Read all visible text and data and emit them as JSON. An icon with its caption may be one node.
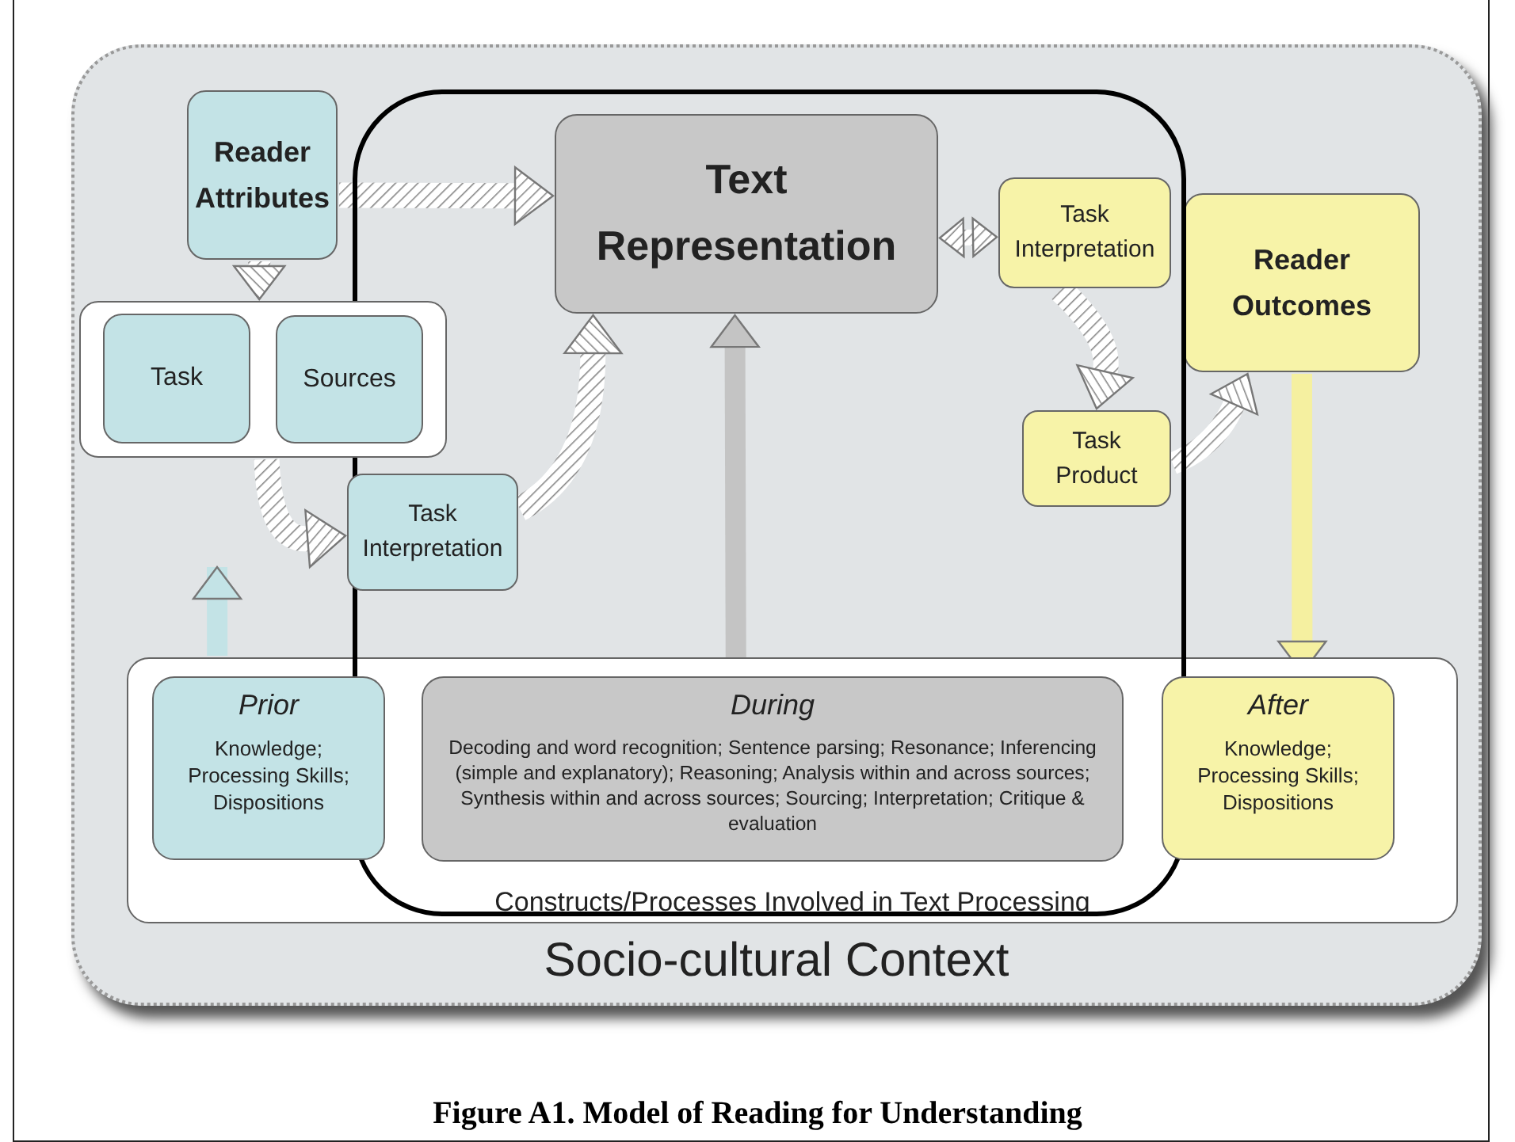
{
  "diagram": {
    "caption": "Figure A1. Model of Reading for Understanding",
    "nodes": [
      {
        "text": [
          "Socio-cultural Context"
        ]
      },
      {
        "text": [
          "Reader Attributes"
        ],
        "in": 0
      },
      {
        "text": [],
        "shape": "box",
        "in": 0
      },
      {
        "text": [
          "Task"
        ],
        "in": 2
      },
      {
        "text": [
          "Sources"
        ],
        "in": 2
      },
      {
        "text": [
          "Task Interpretation"
        ],
        "in": 0
      },
      {
        "text": [
          "Text Representation"
        ],
        "in": 0
      },
      {
        "text": [
          "Task Interpretation"
        ],
        "in": 0
      },
      {
        "text": [
          "Task Product"
        ],
        "in": 0
      },
      {
        "text": [
          "Reader Outcomes"
        ],
        "in": 0
      },
      {
        "text": [
          "Constructs/Processes Involved in Text Processing"
        ],
        "in": 0
      },
      {
        "text": [
          "Prior",
          "Knowledge; Processing Skills; Dispositions"
        ],
        "in": 10
      },
      {
        "text": [
          "During",
          "Decoding and word recognition; Sentence parsing; Resonance; Inferencing (simple and explanatory); Reasoning; Analysis within and across sources; Synthesis within and across sources; Sourcing; Interpretation; Critique & evaluation"
        ],
        "in": 10
      },
      {
        "text": [
          "After",
          "Knowledge; Processing Skills; Dispositions"
        ],
        "in": 10
      }
    ],
    "edges": [
      {
        "from": 1,
        "to": 6,
        "arrow": "to"
      },
      {
        "from": 1,
        "to": 2,
        "arrow": "to"
      },
      {
        "from": 2,
        "to": 5,
        "arrow": "to"
      },
      {
        "from": 5,
        "to": 6,
        "arrow": "to"
      },
      {
        "from": 6,
        "to": 7,
        "arrow": "both"
      },
      {
        "from": 7,
        "to": 8,
        "arrow": "to"
      },
      {
        "from": 8,
        "to": 9,
        "arrow": "to"
      },
      {
        "from": 9,
        "to": 13,
        "arrow": "to",
        "color": "#f5f0a0"
      },
      {
        "from": 12,
        "to": 6,
        "arrow": "to",
        "color": "#c4c4c4"
      },
      {
        "from": 10,
        "to": null,
        "arrow": "to",
        "color": "#c3e3e6"
      }
    ]
  }
}
